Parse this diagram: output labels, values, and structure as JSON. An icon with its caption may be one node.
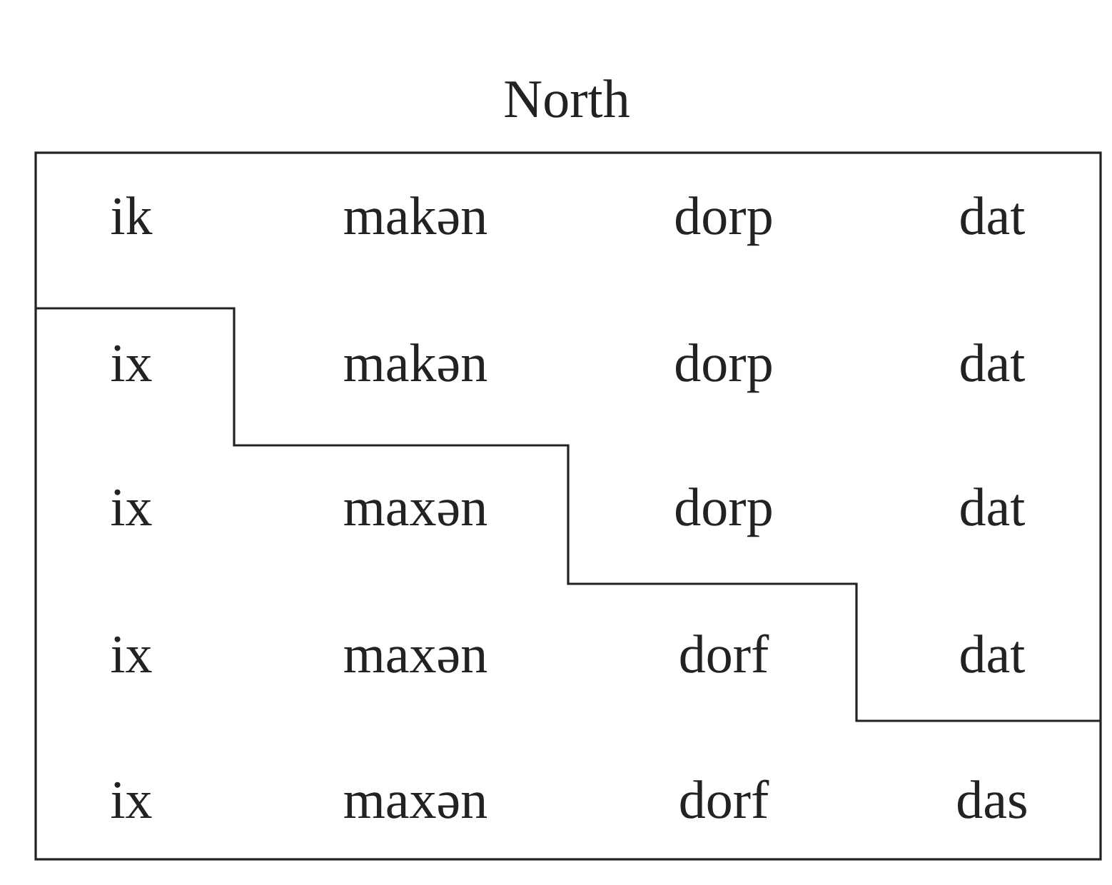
{
  "diagram": {
    "title": "North",
    "labels": [
      "ik",
      "makən",
      "dorp",
      "dat",
      "ix",
      "makən",
      "dorp",
      "dat",
      "ix",
      "maxən",
      "dorp",
      "dat",
      "ix",
      "maxən",
      "dorf",
      "dat",
      "ix",
      "maxən",
      "dorf",
      "das"
    ]
  }
}
